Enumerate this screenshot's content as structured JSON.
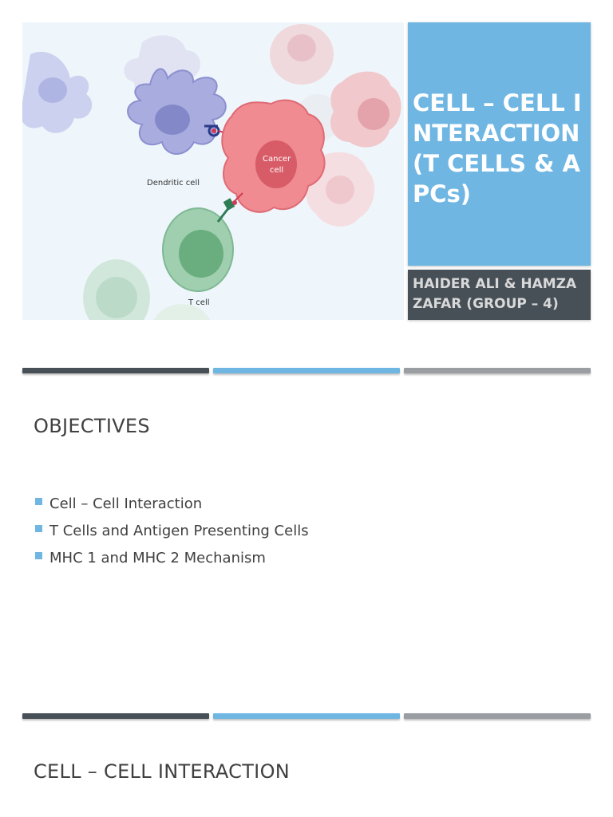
{
  "slide1": {
    "title": "CELL – CELL INTERACTION (T CELLS & APCs)",
    "authors": "HAIDER ALI & HAMZA ZAFAR (GROUP – 4)",
    "image_labels": {
      "dendritic": "Dendritic cell",
      "cancer_line1": "Cancer",
      "cancer_line2": "cell",
      "tcell": "T cell"
    }
  },
  "slide2": {
    "heading": "OBJECTIVES",
    "bullets": [
      "Cell – Cell Interaction",
      "T Cells and Antigen Presenting Cells",
      "MHC 1 and MHC 2 Mechanism"
    ]
  },
  "slide3": {
    "heading": "CELL – CELL INTERACTION"
  },
  "colors": {
    "accent_blue": "#6fb6e3",
    "dark_slate": "#475057",
    "grey": "#9a9ea3",
    "text": "#404040"
  }
}
